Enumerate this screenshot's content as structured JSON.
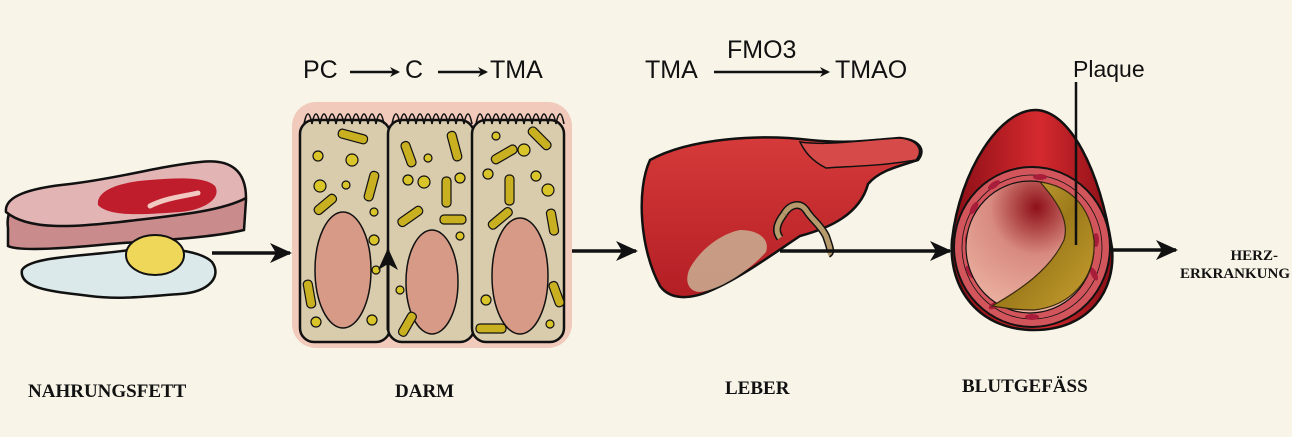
{
  "diagram": {
    "title": "Nahrungsfett zu Herzerkrankung über TMAO",
    "stages": [
      {
        "id": "food",
        "label": "NAHRUNGSFETT"
      },
      {
        "id": "gut",
        "label": "DARM",
        "reaction": {
          "steps": [
            "PC",
            "C",
            "TMA"
          ]
        }
      },
      {
        "id": "liver",
        "label": "LEBER",
        "reaction": {
          "from": "TMA",
          "enzyme": "FMO3",
          "to": "TMAO"
        }
      },
      {
        "id": "vessel",
        "label": "BLUTGEFÄSS",
        "annotation": "Plaque"
      }
    ],
    "outcome": {
      "line1": "HERZ-",
      "line2": "ERKRANKUNG"
    }
  },
  "colors": {
    "background": "#f8f4e8",
    "meat_red": "#c0202e",
    "fat_pink": "#e8b8b8",
    "cell_fill": "#d9ccad",
    "bacteria_yellow": "#c8b020",
    "nucleus": "#d79a86",
    "liver_red": "#c8282e",
    "vessel_red": "#b71c25",
    "plaque_gold": "#b8901e"
  }
}
